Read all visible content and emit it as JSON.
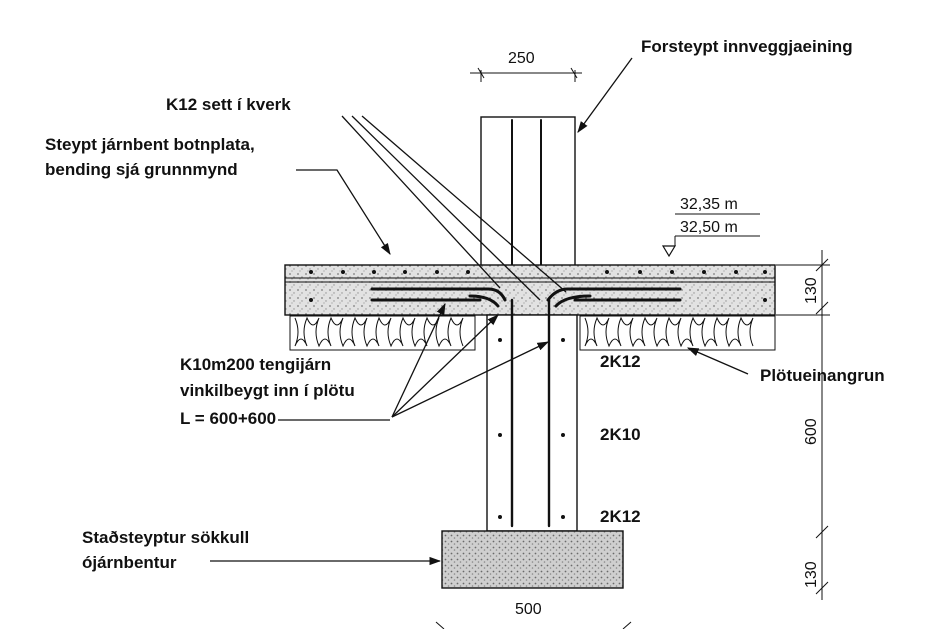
{
  "labels": {
    "wall_unit": "Forsteypt innveggjaeining",
    "corner_bars": "K12 sett í kverk",
    "slab_line1": "Steypt járnbent botnplata,",
    "slab_line2": "bending sjá grunnmynd",
    "ties_line1": "K10m200 tengijárn",
    "ties_line2": "vinkilbeygt inn í plötu",
    "ties_line3": "L = 600+600",
    "insulation": "Plötueinangrun",
    "footing_line1": "Staðsteyptur sökkull",
    "footing_line2": "ójárnbentur",
    "rebar_top": "2K12",
    "rebar_mid": "2K10",
    "rebar_bottom": "2K12"
  },
  "dimensions": {
    "wall_width": "250",
    "slab_thickness": "130",
    "stem_height": "600",
    "footing_height": "130",
    "footing_width": "500"
  },
  "levels": {
    "upper": "32,35 m",
    "lower": "32,50 m"
  },
  "colors": {
    "ink": "#111111",
    "paper": "#ffffff",
    "hatch": "#9a9a9a"
  }
}
